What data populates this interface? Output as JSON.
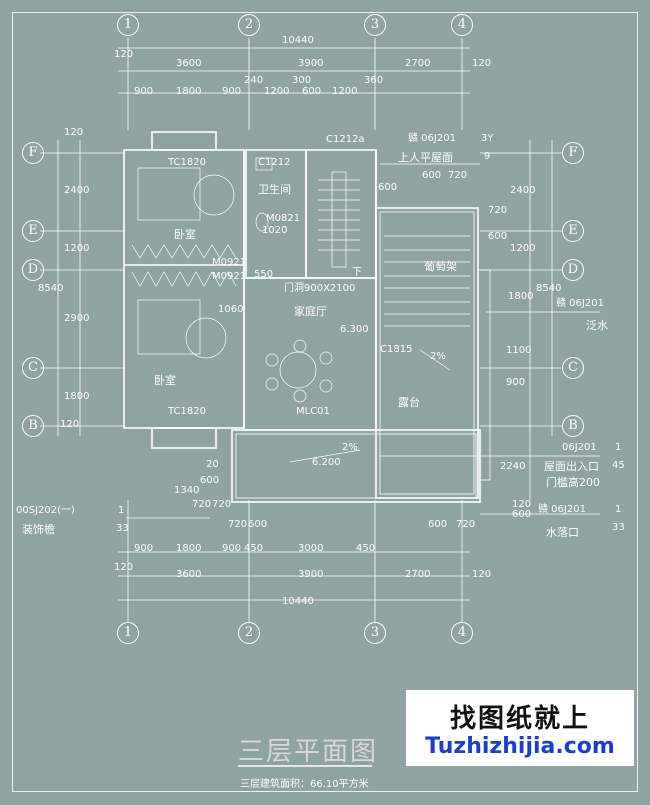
{
  "axes": {
    "columns": [
      "1",
      "2",
      "3",
      "4"
    ],
    "rows": [
      "F",
      "E",
      "D",
      "C",
      "B"
    ]
  },
  "dims": {
    "top_total": "10440",
    "top_bays": [
      "3600",
      "3900",
      "2700"
    ],
    "top_detail": [
      "900",
      "1800",
      "900",
      "240",
      "1200",
      "300",
      "600",
      "1200",
      "360"
    ],
    "top_edge": [
      "120",
      "120"
    ],
    "bottom_total": "10440",
    "bottom_bays": [
      "3600",
      "3900",
      "2700"
    ],
    "bottom_detail": [
      "900",
      "1800",
      "900",
      "450",
      "3000",
      "450"
    ],
    "bottom_edge": [
      "120",
      "120"
    ],
    "left_total": "8540",
    "left_bays": [
      "2400",
      "1200",
      "2900",
      "1800"
    ],
    "left_edge": [
      "120",
      "120"
    ],
    "right_total": "8540",
    "right_bays": [
      "2400",
      "1200",
      "1800",
      "1100",
      "900",
      "2240"
    ],
    "right_edge": [
      "120",
      "600",
      "720"
    ],
    "misc": [
      "600",
      "600",
      "720",
      "720",
      "720",
      "600",
      "600",
      "720",
      "1340",
      "720",
      "600",
      "1020",
      "1060",
      "550",
      "20",
      "600"
    ]
  },
  "rooms": {
    "bedroom_top": "卧室",
    "bedroom_bottom": "卧室",
    "bathroom": "卫生间",
    "family_hall": "家庭厅",
    "terrace": "露台",
    "pergola": "葡萄架"
  },
  "labels": {
    "win_tc1820_top": "TC1820",
    "win_tc1820_bottom": "TC1820",
    "win_c1212a": "C1212a",
    "win_c1212": "C1212",
    "door_m0821": "M0821",
    "door_m0921_a": "M0921",
    "door_m0921_b": "M0921",
    "opening": "门洞900X2100",
    "win_c1815": "C1815",
    "door_mlc01": "MLC01",
    "elev_hall": "6.300",
    "elev_terrace": "6.200",
    "slope_1": "2%",
    "slope_2": "2%",
    "stair_down": "下"
  },
  "callouts": {
    "roof_ref": "赣 06J201",
    "roof_num": "3Y",
    "roof_sheet": "9",
    "roof_text": "上人平屋面",
    "flood_ref": "赣 06J201",
    "flood_text": "泛水",
    "exit_ref": "06J201",
    "exit_num": "1",
    "exit_sheet": "45",
    "exit_text1": "屋面出入口",
    "exit_text2": "门槛高200",
    "drain_ref": "赣 06J201",
    "drain_num": "1",
    "drain_sheet": "33",
    "drain_text": "水落口",
    "eave_ref": "00SJ202(一)",
    "eave_num": "1",
    "eave_sheet": "33",
    "eave_text": "装饰檐"
  },
  "title": {
    "main": "三层平面图",
    "sub": "三层建筑面积：66.10平方米"
  },
  "watermark": {
    "cn": "找图纸就上",
    "en": "Tuzhizhijia.com"
  }
}
